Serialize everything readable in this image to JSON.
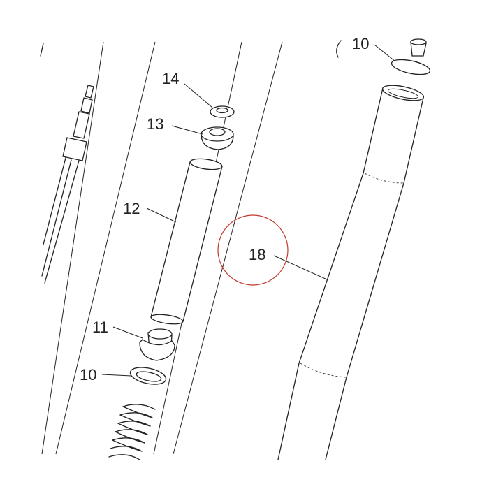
{
  "callouts": {
    "c10_top": "10",
    "c14": "14",
    "c13": "13",
    "c12": "12",
    "c18": "18",
    "c11": "11",
    "c10": "10"
  },
  "colors": {
    "line": "#222222",
    "highlight_circle": "#c0392b",
    "background": "#ffffff"
  }
}
